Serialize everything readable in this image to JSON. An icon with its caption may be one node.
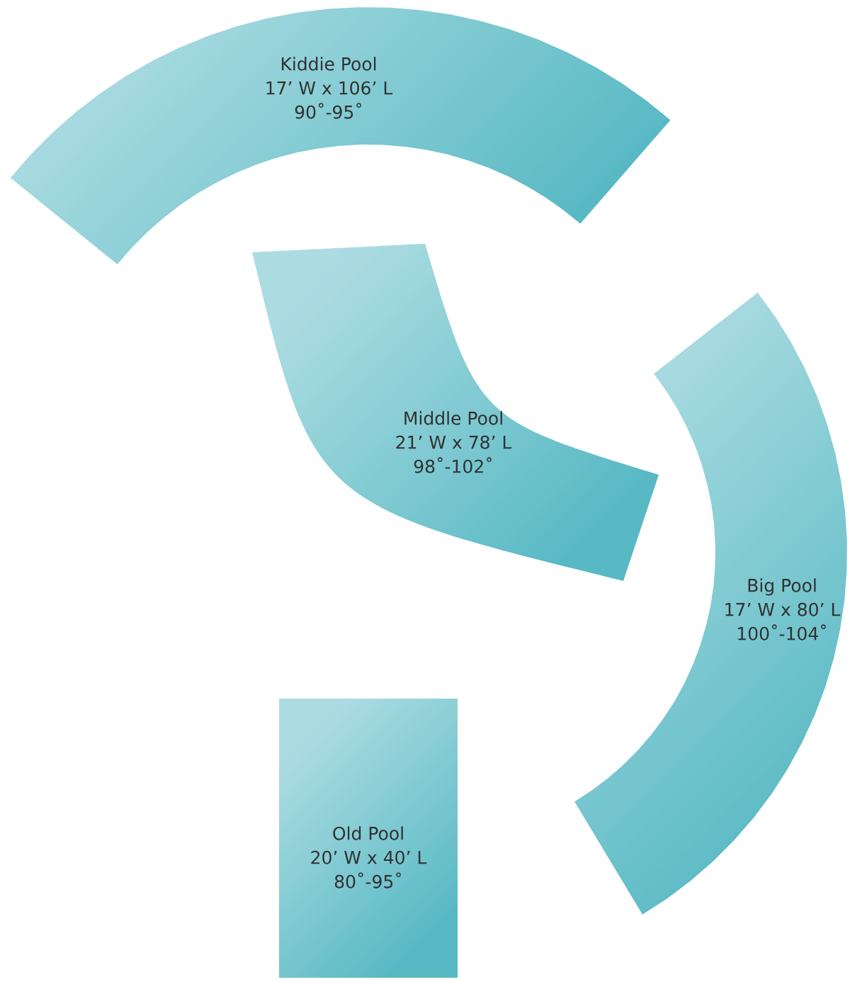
{
  "diagram": {
    "nodes": [
      {
        "text": [
          "Kiddie Pool",
          "17’ W x 106’ L",
          "90˚-95˚"
        ]
      },
      {
        "text": [
          "Middle Pool",
          "21’ W x 78’ L",
          "98˚-102˚"
        ]
      },
      {
        "text": [
          "Big Pool",
          "17’ W x 80’ L",
          "100˚-104˚"
        ]
      },
      {
        "text": [
          "Old Pool",
          "20’ W x 40’ L",
          "80˚-95˚"
        ]
      }
    ]
  }
}
